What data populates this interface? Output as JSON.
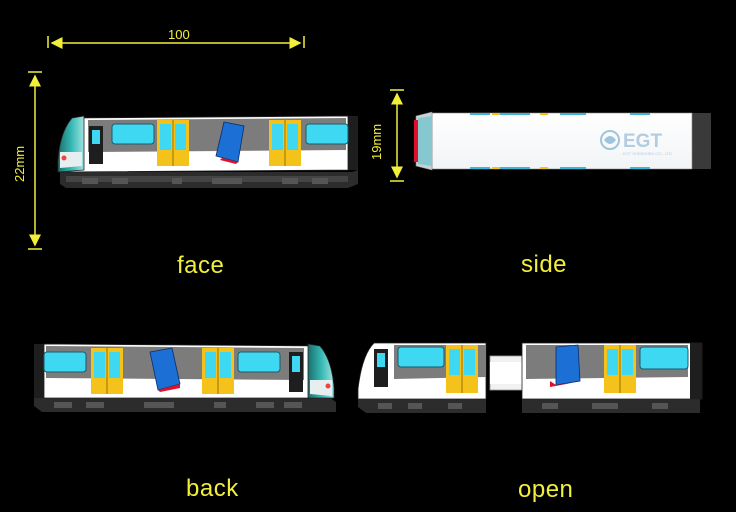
{
  "dimensions": {
    "length": "100",
    "height": "22mm",
    "width": "19mm"
  },
  "views": {
    "face": "face",
    "side": "side",
    "back": "back",
    "open": "open"
  },
  "logo": {
    "text": "EGT",
    "subtext": "EGT SHENZHEN CO., LTD"
  },
  "colors": {
    "background": "#000000",
    "dimension": "#f2ef3a",
    "label": "#f2ef3a",
    "body": "#ffffff",
    "window": "#3fd8f2",
    "door": "#f4c21a",
    "band": "#7b7b7b",
    "base": "#2c2c2c",
    "nose": "#22a3a1",
    "poster_blue": "#1c6fd4",
    "poster_red": "#e0102a"
  }
}
